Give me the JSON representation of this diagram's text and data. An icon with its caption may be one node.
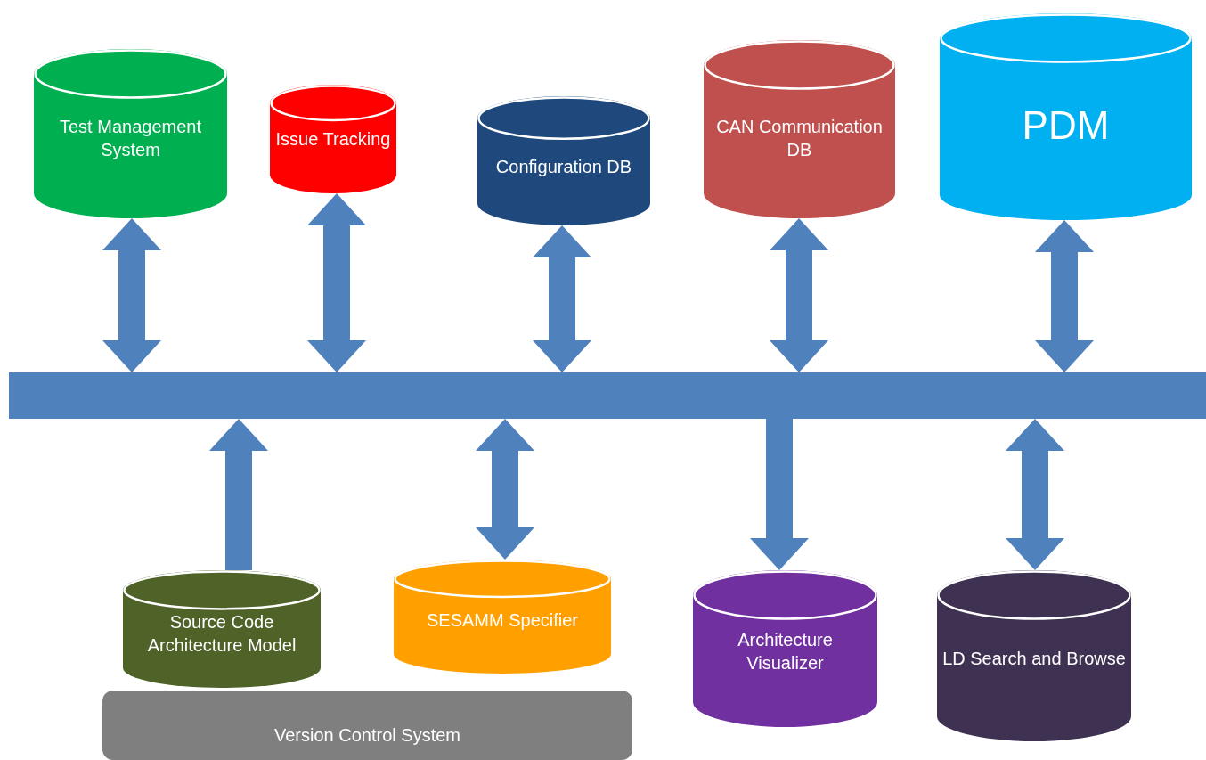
{
  "diagram": {
    "nodes": [
      {
        "text": [
          "Test Management System"
        ]
      },
      {
        "text": [
          "Issue Tracking"
        ]
      },
      {
        "text": [
          "Configuration DB"
        ]
      },
      {
        "text": [
          "CAN Communication DB"
        ]
      },
      {
        "text": [
          "PDM"
        ]
      },
      {
        "text": [],
        "shape": "bar"
      },
      {
        "text": [
          "Source Code Architecture Model"
        ]
      },
      {
        "text": [
          "SESAMM Specifier"
        ]
      },
      {
        "text": [
          "Architecture Visualizer"
        ]
      },
      {
        "text": [
          "LD Search and Browse"
        ]
      },
      {
        "text": [
          "Version Control System"
        ]
      }
    ],
    "edges": [
      {
        "from": 0,
        "to": 5,
        "arrow": "both"
      },
      {
        "from": 1,
        "to": 5,
        "arrow": "both"
      },
      {
        "from": 2,
        "to": 5,
        "arrow": "both"
      },
      {
        "from": 3,
        "to": 5,
        "arrow": "both"
      },
      {
        "from": 4,
        "to": 5,
        "arrow": "both"
      },
      {
        "from": 6,
        "to": 5,
        "arrow": "to"
      },
      {
        "from": 7,
        "to": 5,
        "arrow": "both"
      },
      {
        "from": 5,
        "to": 8,
        "arrow": "to"
      },
      {
        "from": 9,
        "to": 5,
        "arrow": "both"
      }
    ]
  }
}
